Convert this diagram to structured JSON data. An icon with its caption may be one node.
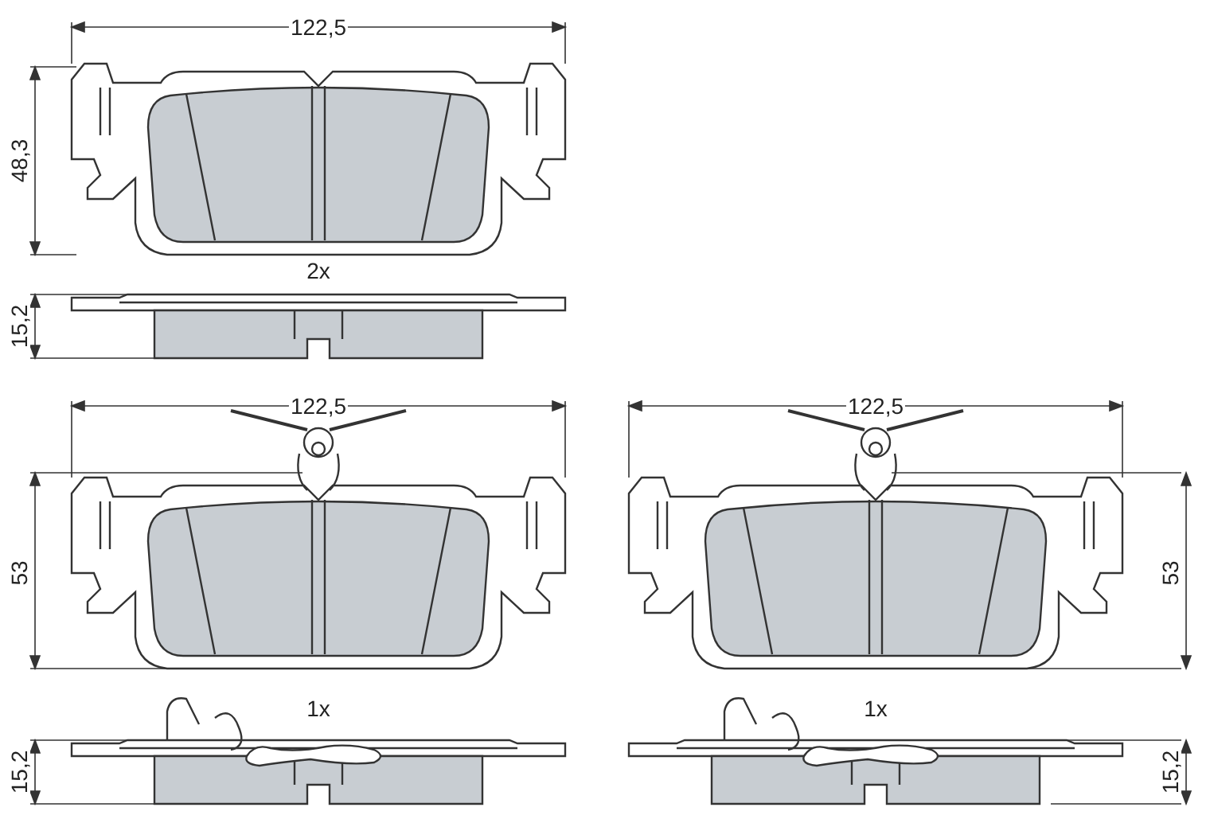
{
  "diagram": {
    "labels": [
      "122,5",
      "48,3",
      "2x",
      "15,2",
      "122,5",
      "122,5",
      "53",
      "53",
      "1x",
      "1x",
      "15,2",
      "15,2"
    ]
  }
}
